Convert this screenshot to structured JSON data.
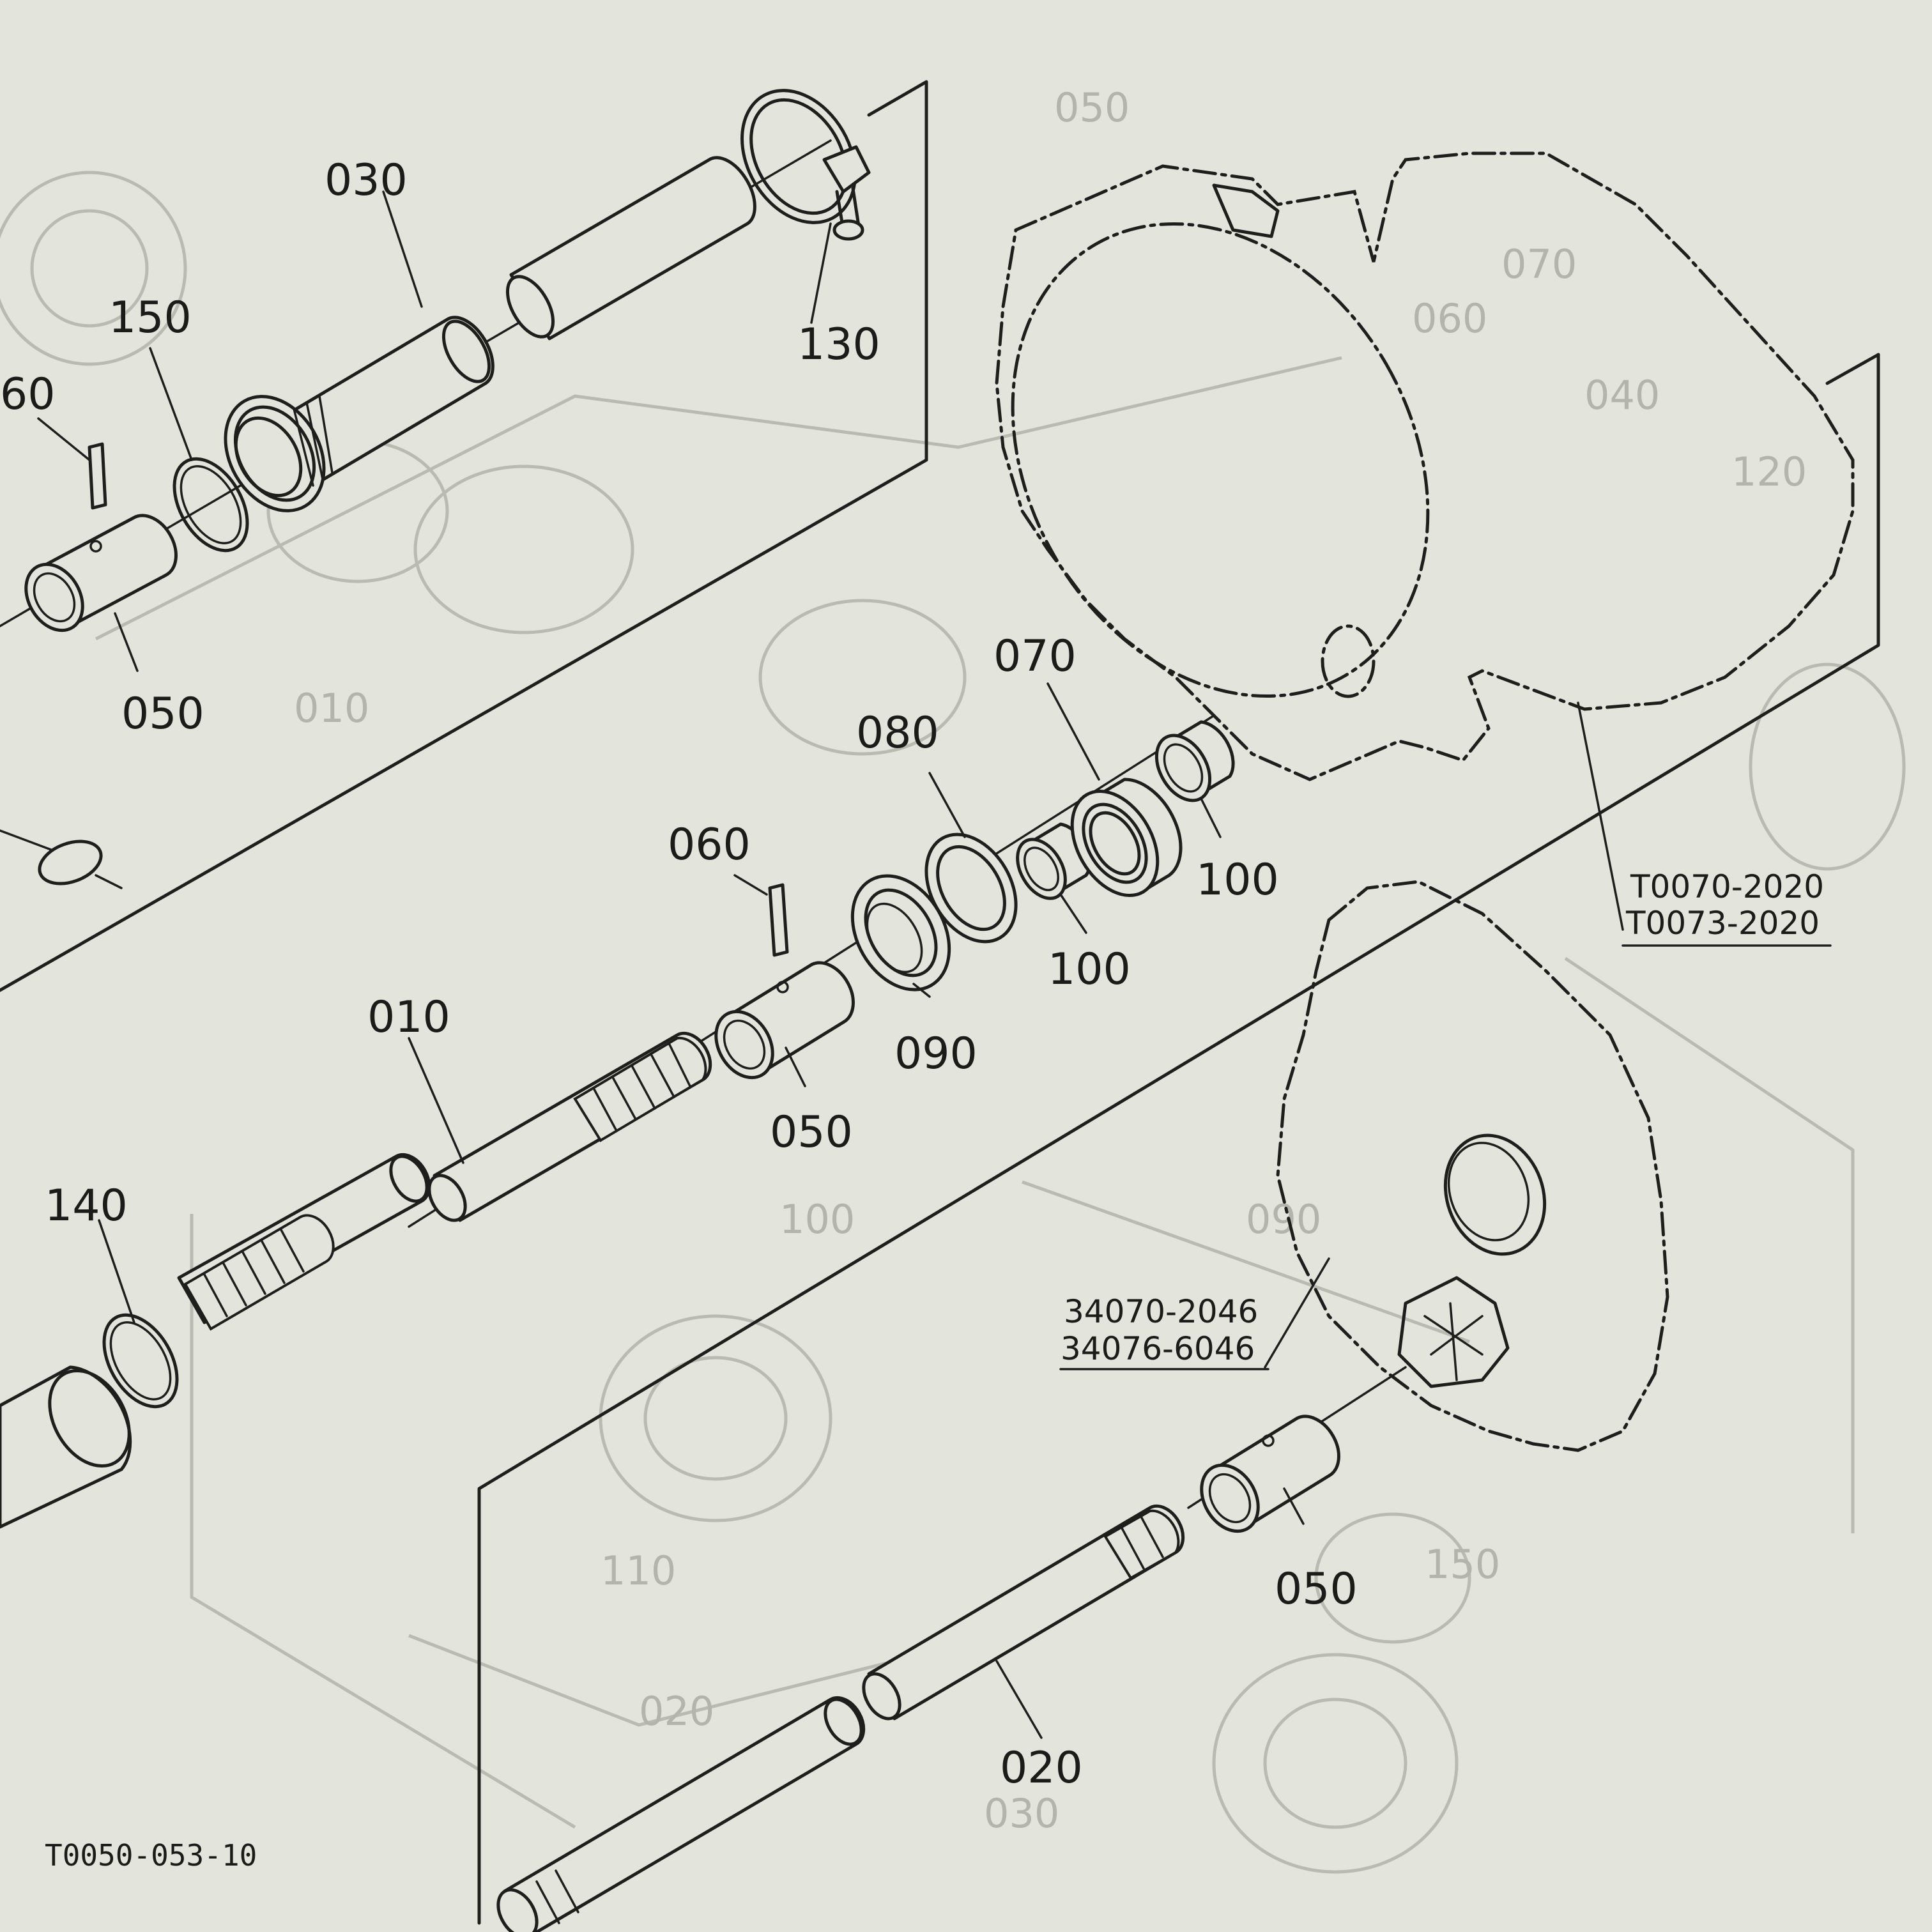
{
  "diagram": {
    "callouts": {
      "p030": "030",
      "p150": "150",
      "p060_top": "60",
      "p130": "130",
      "p050_top": "050",
      "p070": "070",
      "p080": "080",
      "p060": "060",
      "p100_right": "100",
      "p100_mid": "100",
      "p090": "090",
      "p010": "010",
      "p050_mid": "050",
      "p140": "140",
      "p050_bottom": "050",
      "p020": "020"
    },
    "references": {
      "case_1": "T0070-2020",
      "case_2": "T0073-2020",
      "cover_1": "34070-2046",
      "cover_2": "34076-6046"
    },
    "figure_code": "T0050-053-10",
    "ghost_labels": {
      "g050": "050",
      "g070": "070",
      "g060": "060",
      "g040": "040",
      "g120": "120",
      "g010": "010",
      "g150": "150",
      "g020": "020",
      "g030": "030",
      "g090": "090",
      "g100": "100",
      "g110": "110"
    }
  },
  "colors": {
    "paper": "#e3e4dc",
    "ink": "#1e1f1c",
    "bleed_through": "#b9bbb2"
  }
}
